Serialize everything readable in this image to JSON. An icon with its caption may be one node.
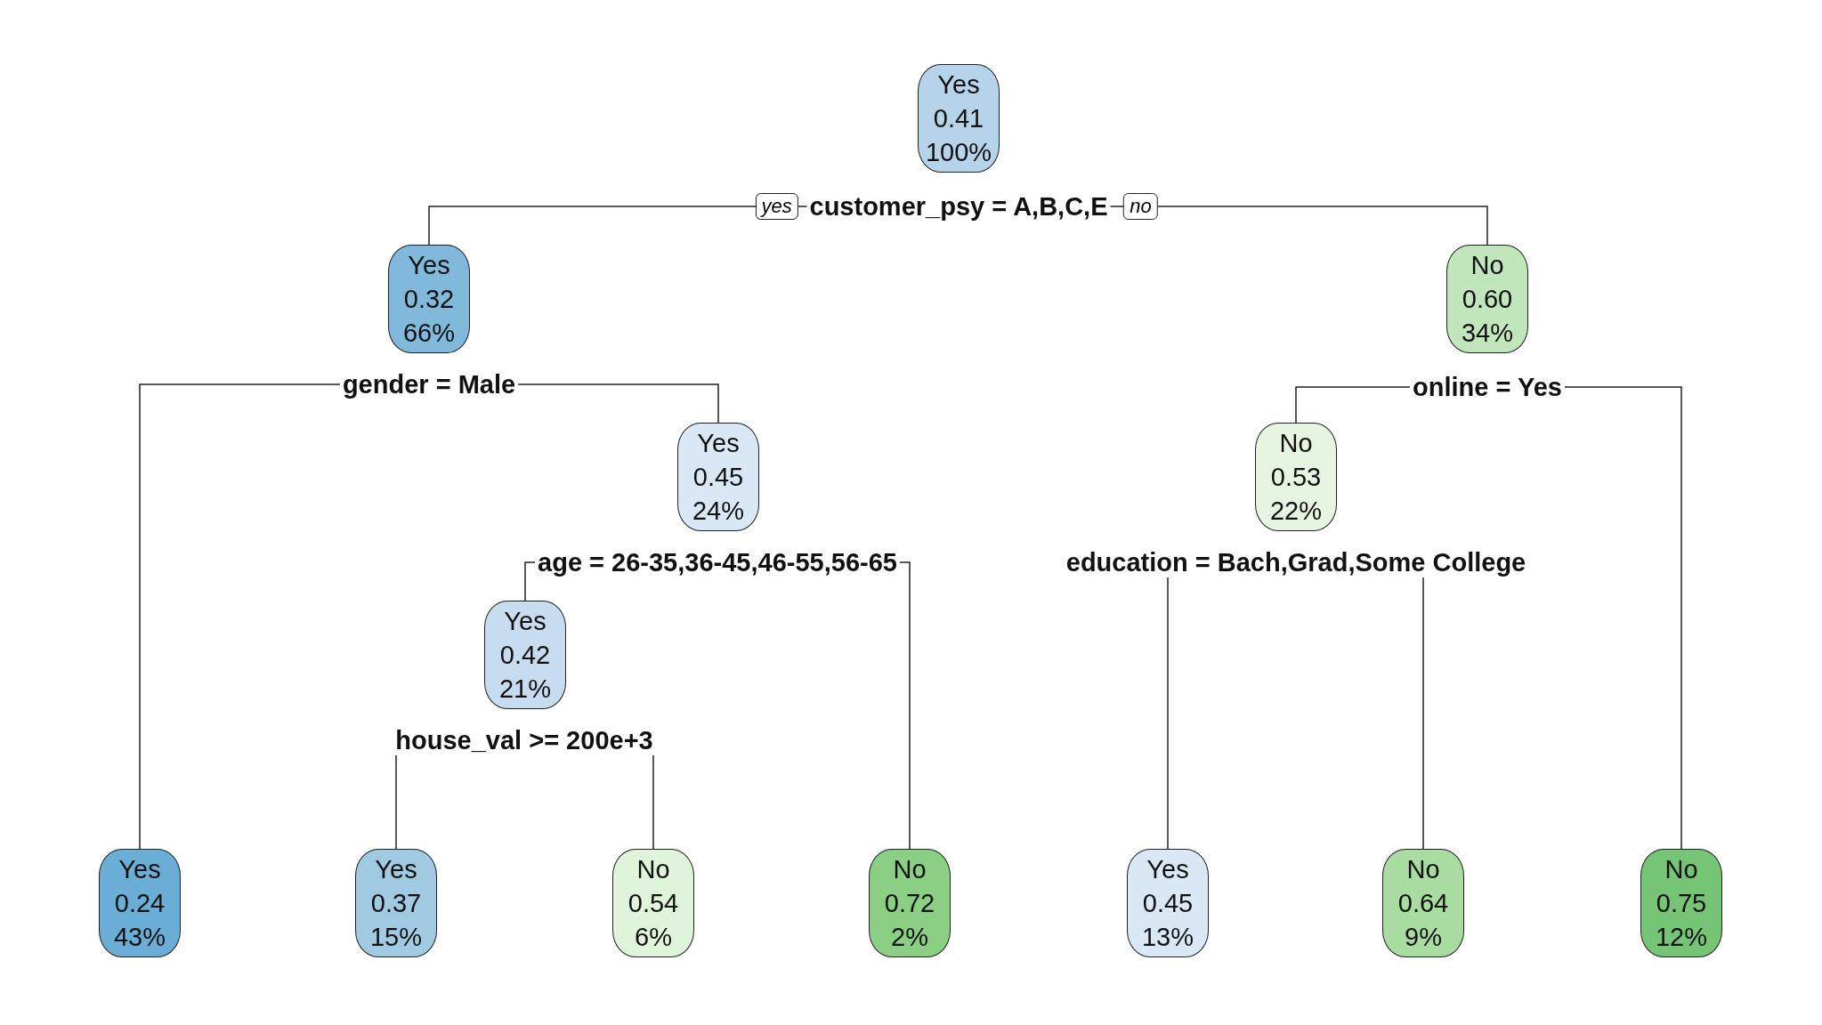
{
  "diagram": {
    "nodes": [
      {
        "text": [
          "Yes",
          "0.41",
          "100%"
        ]
      },
      {
        "text": [
          "customer_psy = A,B,C,E"
        ]
      },
      {
        "text": [
          "Yes",
          "0.32",
          "66%"
        ]
      },
      {
        "text": [
          "No",
          "0.60",
          "34%"
        ]
      },
      {
        "text": [
          "gender = Male"
        ]
      },
      {
        "text": [
          "online = Yes"
        ]
      },
      {
        "text": [
          "Yes",
          "0.45",
          "24%"
        ]
      },
      {
        "text": [
          "No",
          "0.53",
          "22%"
        ]
      },
      {
        "text": [
          "age = 26-35,36-45,46-55,56-65"
        ]
      },
      {
        "text": [
          "education = Bach,Grad,Some College"
        ]
      },
      {
        "text": [
          "Yes",
          "0.42",
          "21%"
        ]
      },
      {
        "text": [
          "house_val >= 200e+3"
        ]
      },
      {
        "text": [
          "Yes",
          "0.24",
          "43%"
        ]
      },
      {
        "text": [
          "Yes",
          "0.37",
          "15%"
        ]
      },
      {
        "text": [
          "No",
          "0.54",
          "6%"
        ]
      },
      {
        "text": [
          "No",
          "0.72",
          "2%"
        ]
      },
      {
        "text": [
          "Yes",
          "0.45",
          "13%"
        ]
      },
      {
        "text": [
          "No",
          "0.64",
          "9%"
        ]
      },
      {
        "text": [
          "No",
          "0.75",
          "12%"
        ]
      }
    ],
    "edges": [
      {
        "from": 1,
        "to": 2,
        "arrow": "none",
        "label": "yes"
      },
      {
        "from": 1,
        "to": 3,
        "arrow": "none",
        "label": "no"
      },
      {
        "from": 4,
        "to": 12,
        "arrow": "none"
      },
      {
        "from": 4,
        "to": 6,
        "arrow": "none"
      },
      {
        "from": 5,
        "to": 7,
        "arrow": "none"
      },
      {
        "from": 5,
        "to": 18,
        "arrow": "none"
      },
      {
        "from": 8,
        "to": 10,
        "arrow": "none"
      },
      {
        "from": 8,
        "to": 15,
        "arrow": "none"
      },
      {
        "from": 9,
        "to": 16,
        "arrow": "none"
      },
      {
        "from": 9,
        "to": 17,
        "arrow": "none"
      },
      {
        "from": 11,
        "to": 13,
        "arrow": "none"
      },
      {
        "from": 11,
        "to": 14,
        "arrow": "none"
      }
    ]
  }
}
